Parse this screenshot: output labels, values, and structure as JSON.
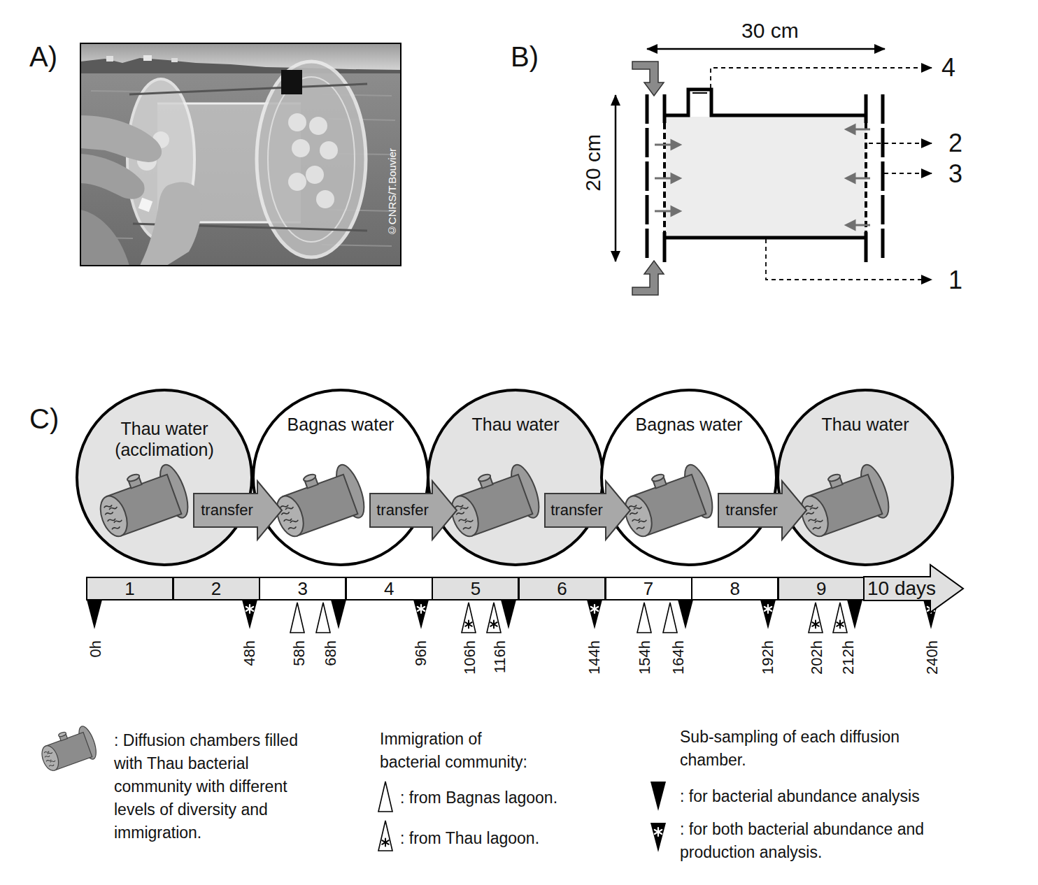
{
  "diagram": {
    "nodes": [
      {
        "text": [
          "Thau water (acclimation)"
        ]
      },
      {
        "text": [
          "Bagnas water"
        ]
      },
      {
        "text": [
          "Thau water"
        ]
      },
      {
        "text": [
          "Bagnas water"
        ]
      },
      {
        "text": [
          "Thau water"
        ]
      },
      {
        "text": [
          "1"
        ]
      },
      {
        "text": [
          "2"
        ]
      },
      {
        "text": [
          "3"
        ]
      },
      {
        "text": [
          "4"
        ]
      },
      {
        "text": [
          "5"
        ]
      },
      {
        "text": [
          "6"
        ]
      },
      {
        "text": [
          "7"
        ]
      },
      {
        "text": [
          "8"
        ]
      },
      {
        "text": [
          "9"
        ]
      },
      {
        "text": [
          "10 days"
        ]
      }
    ],
    "edges": [
      {
        "from": 0,
        "to": 1,
        "label": "transfer",
        "arrow": "to"
      },
      {
        "from": 1,
        "to": 2,
        "label": "transfer",
        "arrow": "to"
      },
      {
        "from": 2,
        "to": 3,
        "label": "transfer",
        "arrow": "to"
      },
      {
        "from": 3,
        "to": 4,
        "label": "transfer",
        "arrow": "to"
      }
    ],
    "labels": [
      "A)",
      "©CNRS/T.Bouvier",
      "B)",
      "30 cm",
      "20 cm",
      "4",
      "2",
      "3",
      "1",
      "C)",
      "0h",
      "48h",
      "58h",
      "68h",
      "96h",
      "106h",
      "116h",
      "144h",
      "154h",
      "164h",
      "192h",
      "202h",
      "212h",
      "240h",
      "Immigration of bacterial community:",
      "Sub-sampling of each diffusion chamber."
    ],
    "legend": [
      {
        "text": ": Diffusion chambers filled with Thau bacterial community with different levels of diversity and immigration."
      },
      {
        "text": ": from Bagnas lagoon."
      },
      {
        "text": ": from Thau lagoon."
      },
      {
        "text": ": for bacterial abundance analysis"
      },
      {
        "text": ": for both bacterial abundance and production analysis."
      }
    ]
  }
}
